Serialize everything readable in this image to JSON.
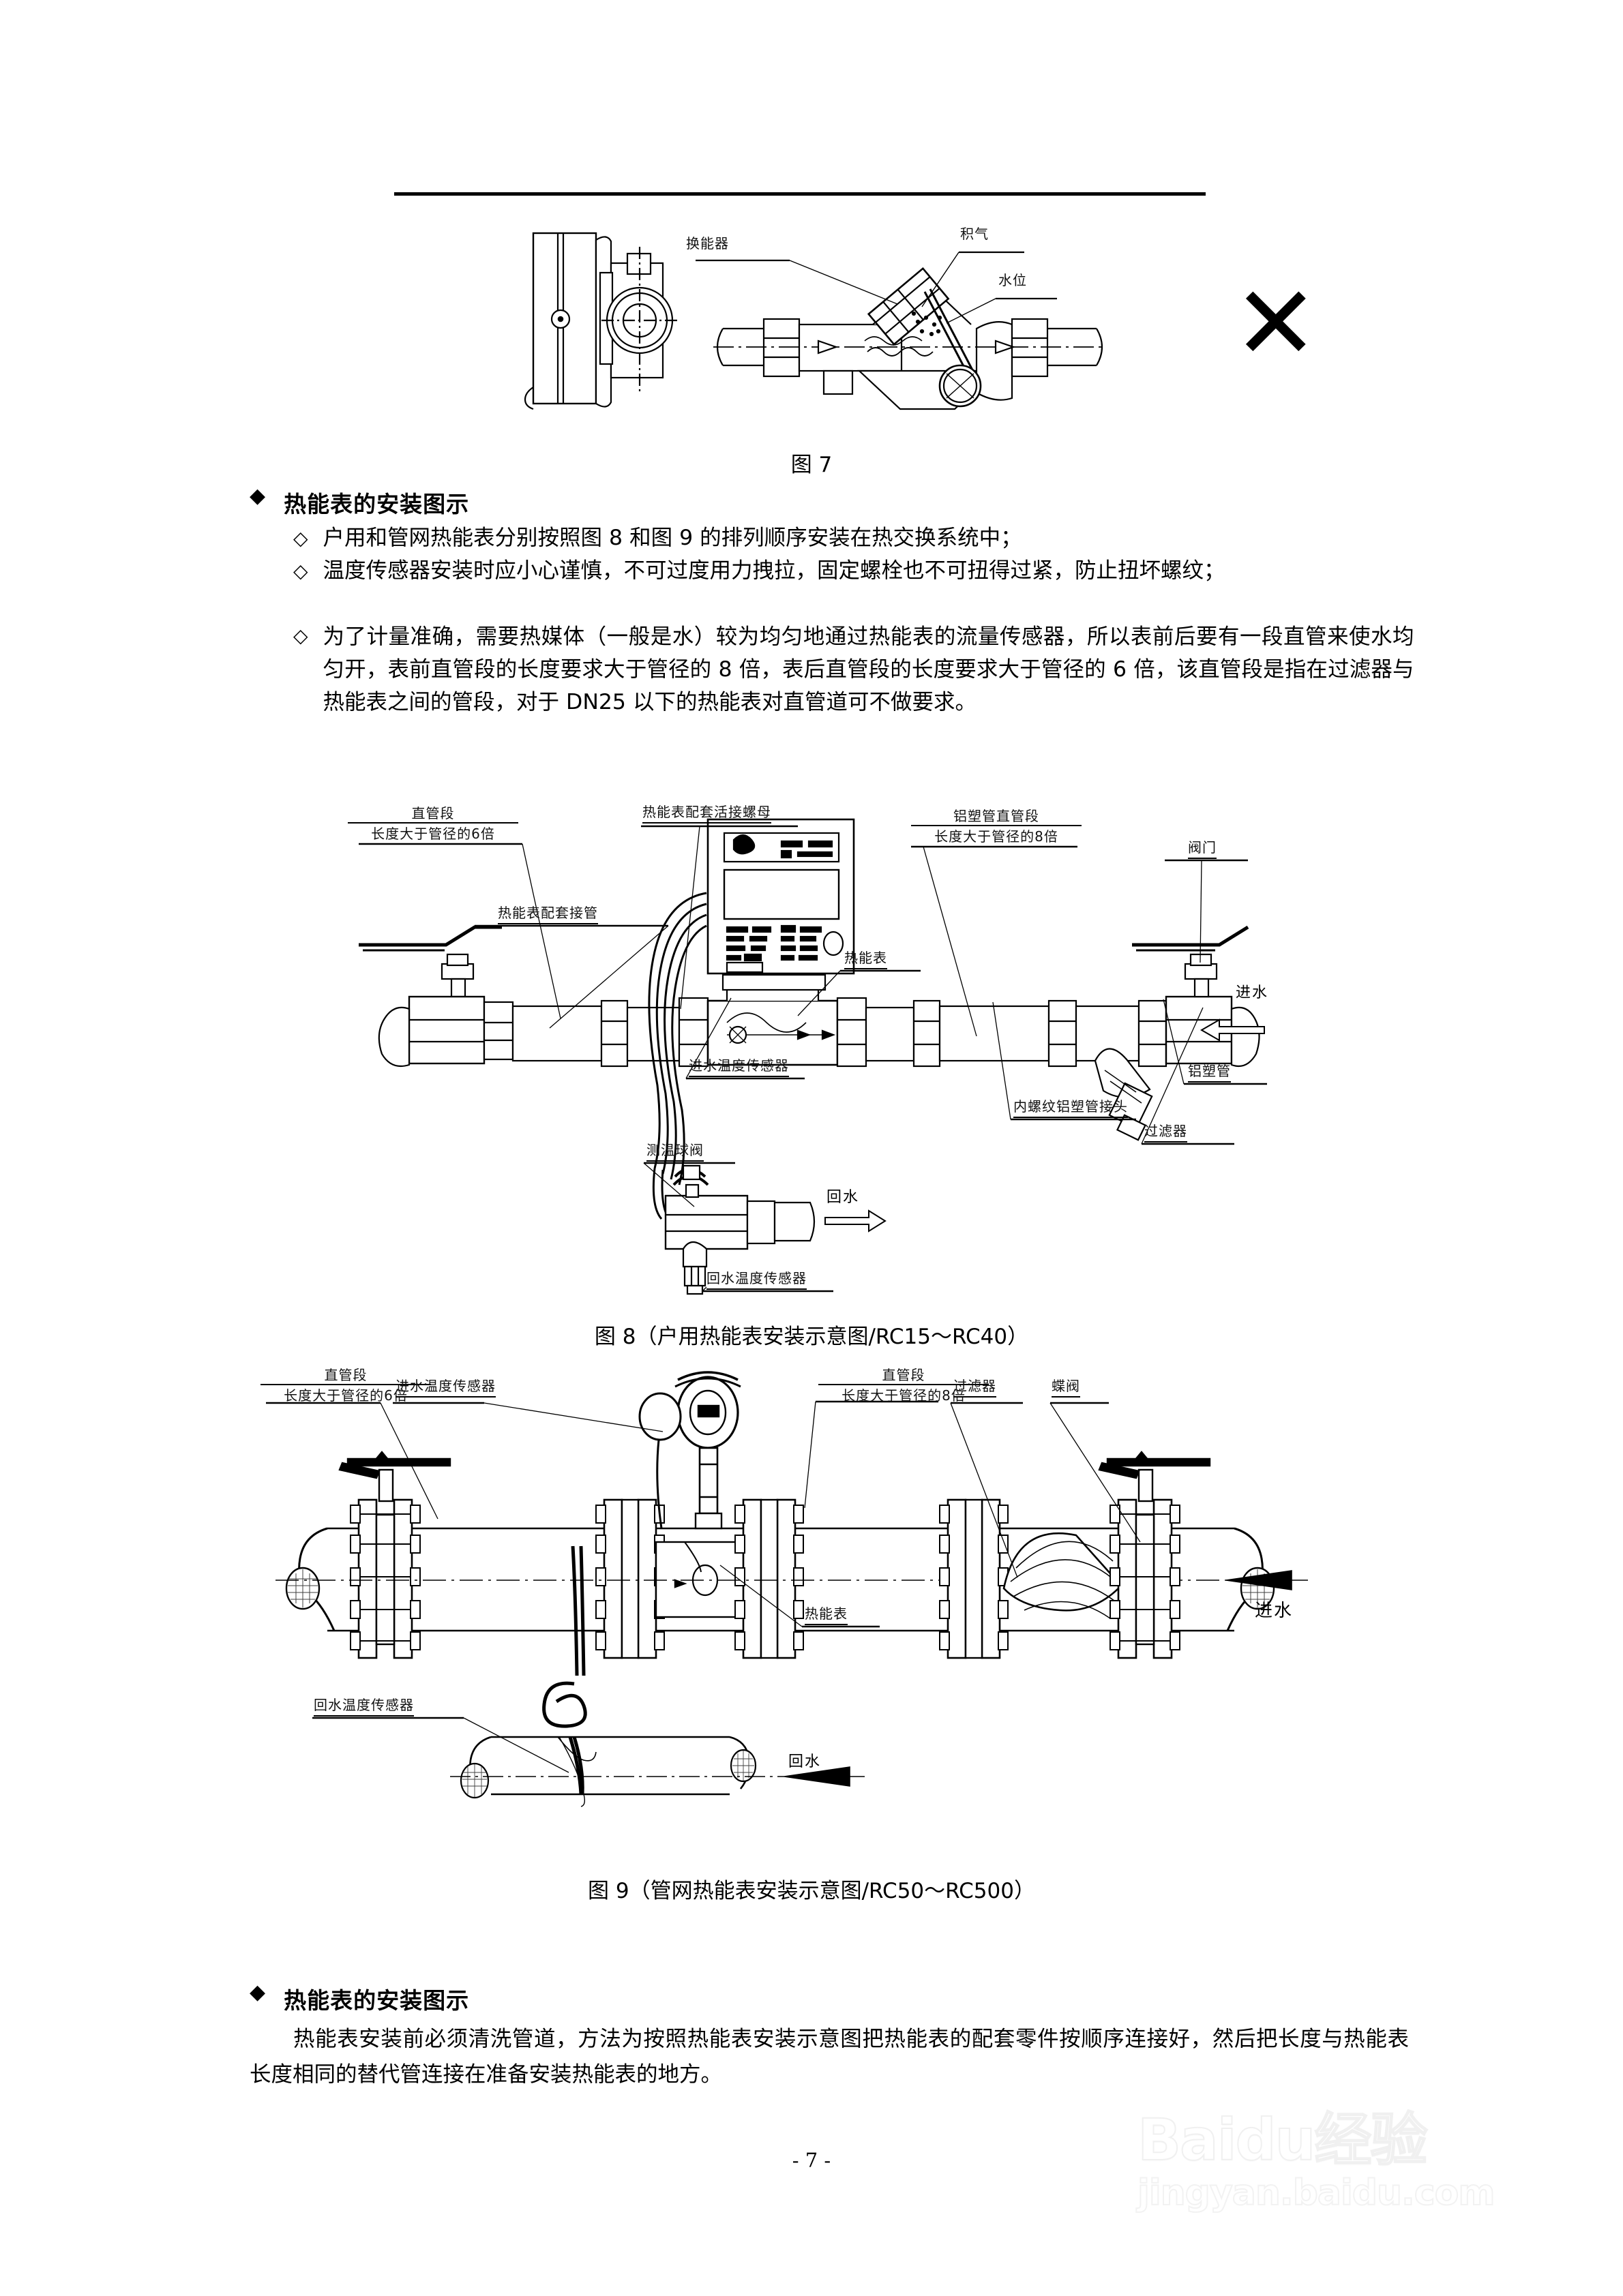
{
  "figure7": {
    "caption": "图 7",
    "labels": {
      "transducer": "换能器",
      "gas_accumulation": "积气",
      "water_level": "水位"
    },
    "cross_mark": "✕"
  },
  "section1": {
    "bullet_marker": "◆",
    "heading": "热能表的安装图示",
    "items": [
      {
        "marker": "◇",
        "text": "户用和管网热能表分别按照图 8 和图 9 的排列顺序安装在热交换系统中；"
      },
      {
        "marker": "◇",
        "text": "温度传感器安装时应小心谨慎，不可过度用力拽拉，固定螺栓也不可扭得过紧，防止扭坏螺纹；"
      },
      {
        "marker": "◇",
        "text": "为了计量准确，需要热媒体（一般是水）较为均匀地通过热能表的流量传感器，所以表前后要有一段直管来使水均匀开，表前直管段的长度要求大于管径的 8 倍，表后直管段的长度要求大于管径的 6 倍，该直管段是指在过滤器与热能表之间的管段，对于 DN25 以下的热能表对直管道可不做要求。"
      }
    ]
  },
  "figure8": {
    "caption": "图 8（户用热能表安装示意图/RC15～RC40）",
    "labels": {
      "straight_pipe_title": "直管段",
      "straight_pipe_note": "长度大于管径的6倍",
      "union_nut": "热能表配套活接螺母",
      "connect_pipe": "热能表配套接管",
      "heat_meter": "热能表",
      "alu_pipe_straight_title": "铝塑管直管段",
      "alu_pipe_straight_note": "长度大于管径的8倍",
      "valve": "阀门",
      "inlet_water": "进水",
      "inlet_temp_sensor": "进水温度传感器",
      "temp_ball_valve": "测温球阀",
      "return_water": "回水",
      "return_temp_sensor": "回水温度传感器",
      "inner_thread_joint": "内螺纹铝塑管接头",
      "alu_plastic_pipe": "铝塑管",
      "filter": "过滤器"
    }
  },
  "figure9": {
    "caption": "图 9（管网热能表安装示意图/RC50～RC500）",
    "labels": {
      "straight_pipe_title_left": "直管段",
      "straight_pipe_note_left": "长度大于管径的6倍",
      "inlet_temp_sensor": "进水温度传感器",
      "straight_pipe_title_right": "直管段",
      "straight_pipe_note_right": "长度大于管径的8倍",
      "filter": "过滤器",
      "butterfly_valve": "蝶阀",
      "inlet_water": "进水",
      "return_temp_sensor": "回水温度传感器",
      "heat_meter": "热能表",
      "return_water": "回水"
    }
  },
  "section2": {
    "bullet_marker": "◆",
    "heading": "热能表的安装图示",
    "paragraph": "热能表安装前必须清洗管道，方法为按照热能表安装示意图把热能表的配套零件按顺序连接好，然后把长度与热能表长度相同的替代管连接在准备安装热能表的地方。"
  },
  "footer": {
    "page_number": "- 7 -",
    "watermark_main": "Bai",
    "watermark_main2": "du",
    "watermark_cn": "经验",
    "watermark_url": "jingyan.baidu.com"
  }
}
